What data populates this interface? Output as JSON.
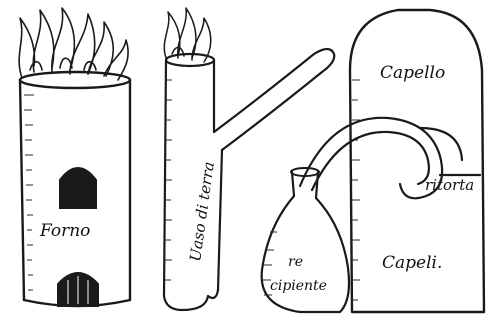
{
  "illustration": {
    "labels": {
      "furnace": "Forno",
      "earthen_vessel": "Uaso di terra",
      "receiver": "re cipiente",
      "receiver_line1": "re",
      "receiver_line2": "cipiente",
      "cap_top": "Capello",
      "retort": "ritorta",
      "cap_bottom": "Capeli."
    },
    "colors": {
      "ink": "#1a1a1a",
      "paper": "#ffffff"
    }
  }
}
